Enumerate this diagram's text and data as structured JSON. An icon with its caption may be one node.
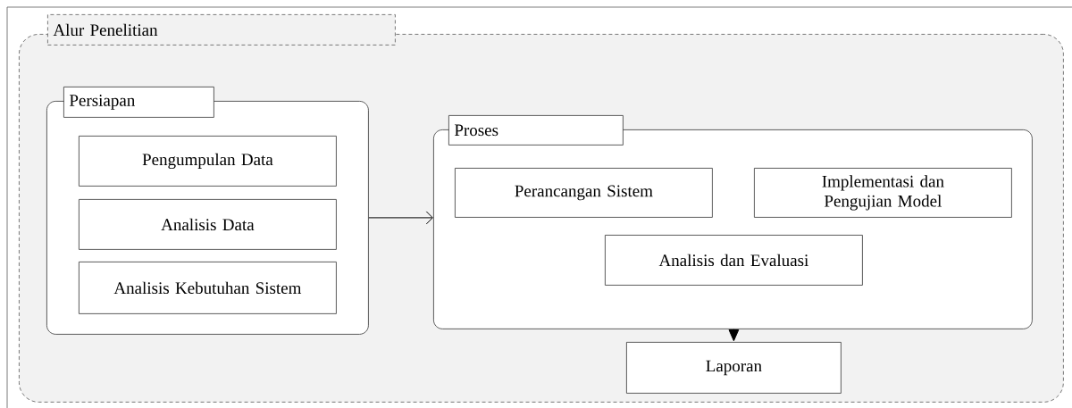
{
  "diagram": {
    "nodes": [
      {
        "text": [
          "Alur Penelitian"
        ]
      },
      {
        "text": [
          "Persiapan"
        ],
        "in": 0
      },
      {
        "text": [
          "Pengumpulan Data"
        ],
        "in": 1
      },
      {
        "text": [
          "Analisis Data"
        ],
        "in": 1
      },
      {
        "text": [
          "Analisis Kebutuhan Sistem"
        ],
        "in": 1
      },
      {
        "text": [
          "Proses"
        ],
        "in": 0
      },
      {
        "text": [
          "Perancangan Sistem"
        ],
        "in": 5
      },
      {
        "text": [
          "Implementasi dan Pengujian Model"
        ],
        "in": 5
      },
      {
        "text": [
          "Analisis dan Evaluasi"
        ],
        "in": 5
      },
      {
        "text": [
          "Laporan"
        ],
        "in": 0
      }
    ],
    "edges": [
      {
        "from": 1,
        "to": 5,
        "arrow": "to"
      },
      {
        "from": 5,
        "to": 9,
        "arrow": "to"
      }
    ]
  }
}
